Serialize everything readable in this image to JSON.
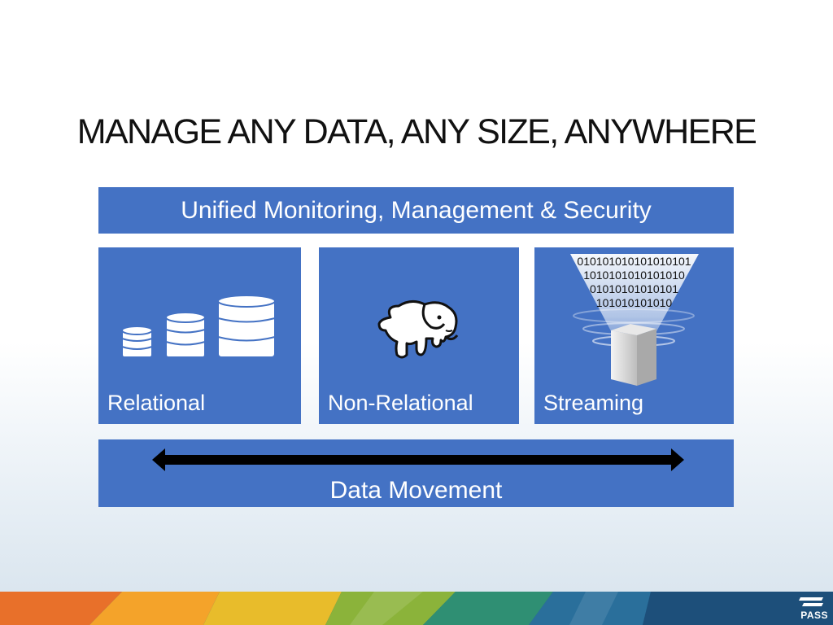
{
  "slide": {
    "title": "MANAGE ANY DATA, ANY SIZE, ANYWHERE"
  },
  "diagram": {
    "top_layer": {
      "label": "Unified Monitoring, Management & Security"
    },
    "stores": [
      {
        "label": "Relational",
        "icon": "database-stack-icon"
      },
      {
        "label": "Non-Relational",
        "icon": "hadoop-elephant-icon"
      },
      {
        "label": "Streaming",
        "icon": "binary-stream-funnel-icon"
      }
    ],
    "binary_lines": [
      "010101010101010101",
      "1010101010101010",
      "01010101010101",
      "101010101010"
    ],
    "bottom_layer": {
      "label": "Data Movement",
      "icon": "double-arrow-icon"
    }
  },
  "footer": {
    "logo_text": "PASS"
  },
  "colors": {
    "panel": "#4472c4",
    "title": "#111111"
  }
}
